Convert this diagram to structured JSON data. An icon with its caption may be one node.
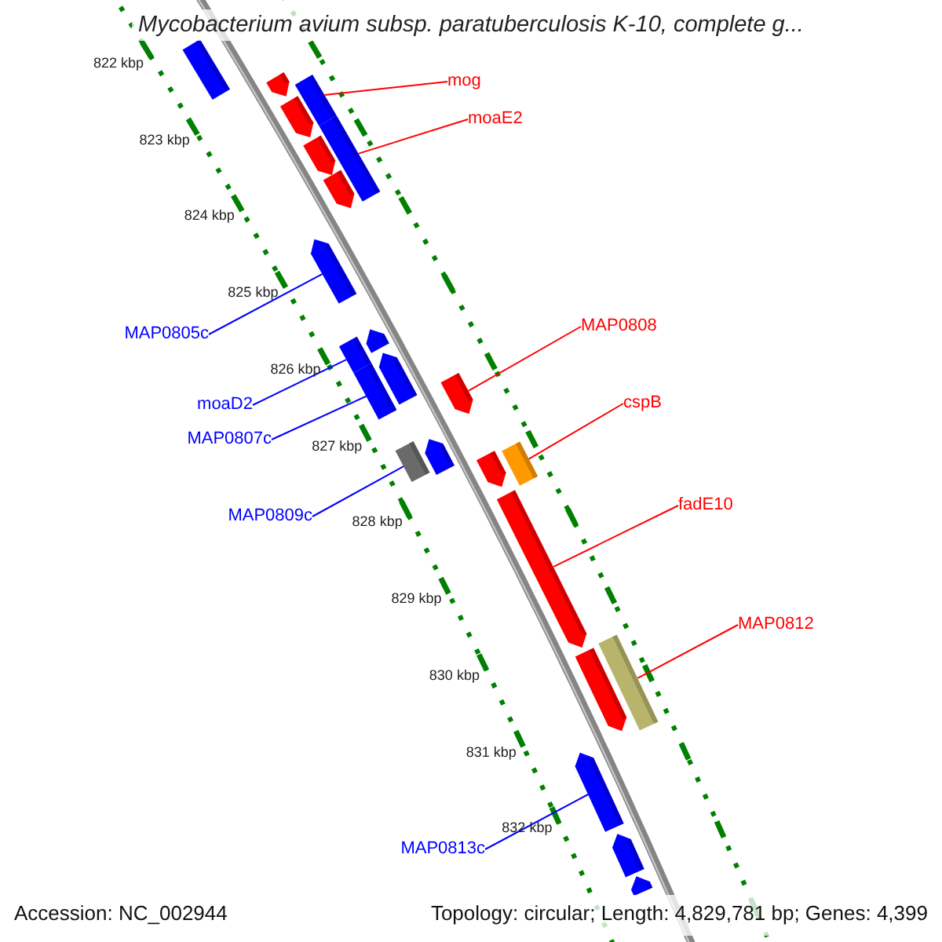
{
  "diagram": {
    "title": "Mycobacterium avium subsp. paratuberculosis K-10, complete g...",
    "nodes": [
      {
        "text": [
          "mog"
        ]
      },
      {
        "text": [
          "moaE2"
        ]
      },
      {
        "text": [
          "MAP0805c"
        ]
      },
      {
        "text": [
          "MAP0808"
        ]
      },
      {
        "text": [
          "moaD2"
        ]
      },
      {
        "text": [
          "MAP0807c"
        ]
      },
      {
        "text": [
          "cspB"
        ]
      },
      {
        "text": [
          "MAP0809c"
        ]
      },
      {
        "text": [
          "fadE10"
        ]
      },
      {
        "text": [
          "MAP0812"
        ]
      },
      {
        "text": [
          "MAP0813c"
        ]
      },
      {
        "text": [],
        "shape": "bar"
      },
      {
        "text": [],
        "shape": "bar"
      },
      {
        "text": [],
        "shape": "bar"
      },
      {
        "text": [],
        "shape": "bar"
      },
      {
        "text": [],
        "shape": "bar"
      },
      {
        "text": [],
        "shape": "bar"
      },
      {
        "text": [],
        "shape": "bar"
      },
      {
        "text": [],
        "shape": "bar"
      },
      {
        "text": [],
        "shape": "bar"
      },
      {
        "text": [],
        "shape": "bar"
      },
      {
        "text": [],
        "shape": "bar"
      },
      {
        "text": [],
        "shape": "bar"
      },
      {
        "text": [],
        "shape": "bar"
      },
      {
        "text": [],
        "shape": "bar"
      },
      {
        "text": [],
        "shape": "bar"
      },
      {
        "text": [],
        "shape": "bar"
      },
      {
        "text": [],
        "shape": "bar"
      },
      {
        "text": [],
        "shape": "bar"
      },
      {
        "text": [],
        "shape": "bar"
      },
      {
        "text": [],
        "shape": "bar"
      },
      {
        "text": [],
        "shape": "bar"
      },
      {
        "text": [],
        "shape": "bar"
      },
      {
        "text": [],
        "shape": "bar"
      }
    ],
    "edges": [
      {
        "from": 0,
        "to": 13,
        "arrow": "none"
      },
      {
        "from": 1,
        "to": 15,
        "arrow": "none"
      },
      {
        "from": 2,
        "to": 18,
        "arrow": "none",
        "color": "#0000ff"
      },
      {
        "from": 3,
        "to": 23,
        "arrow": "none"
      },
      {
        "from": 4,
        "to": 19,
        "arrow": "none",
        "color": "#0000ff"
      },
      {
        "from": 5,
        "to": 22,
        "arrow": "none",
        "color": "#0000ff"
      },
      {
        "from": 6,
        "to": 27,
        "arrow": "none"
      },
      {
        "from": 7,
        "to": 24,
        "arrow": "none",
        "color": "#0000ff"
      },
      {
        "from": 8,
        "to": 28,
        "arrow": "none"
      },
      {
        "from": 9,
        "to": 29,
        "arrow": "none"
      },
      {
        "from": 10,
        "to": 31,
        "arrow": "none",
        "color": "#0000ff"
      }
    ],
    "labels": [
      "822 kbp",
      "823 kbp",
      "824 kbp",
      "825 kbp",
      "826 kbp",
      "827 kbp",
      "828 kbp",
      "829 kbp",
      "830 kbp",
      "831 kbp",
      "832 kbp",
      "Accession: NC_002944",
      "Topology: circular; Length: 4,829,781 bp; Genes: 4,399"
    ]
  }
}
